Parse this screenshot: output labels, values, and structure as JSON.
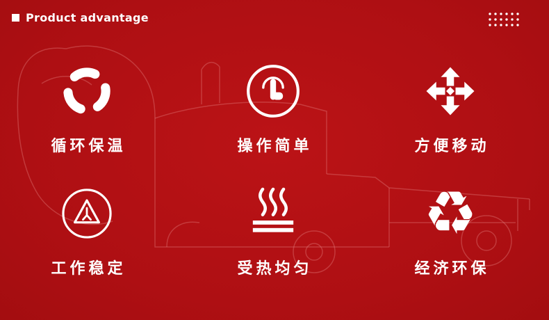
{
  "theme": {
    "background": "#b01114",
    "foreground": "#ffffff",
    "outline_tint": "#e07a7a"
  },
  "header": {
    "title": "Product advantage"
  },
  "icons": {
    "recycle_glyph": "♻"
  },
  "features": [
    {
      "label": "循环保温",
      "icon": "fan-icon"
    },
    {
      "label": "操作简单",
      "icon": "touch-click-icon"
    },
    {
      "label": "方便移动",
      "icon": "move-arrows-icon"
    },
    {
      "label": "工作稳定",
      "icon": "stability-pyramid-icon"
    },
    {
      "label": "受热均匀",
      "icon": "heat-waves-icon"
    },
    {
      "label": "经济环保",
      "icon": "recycle-icon"
    }
  ]
}
